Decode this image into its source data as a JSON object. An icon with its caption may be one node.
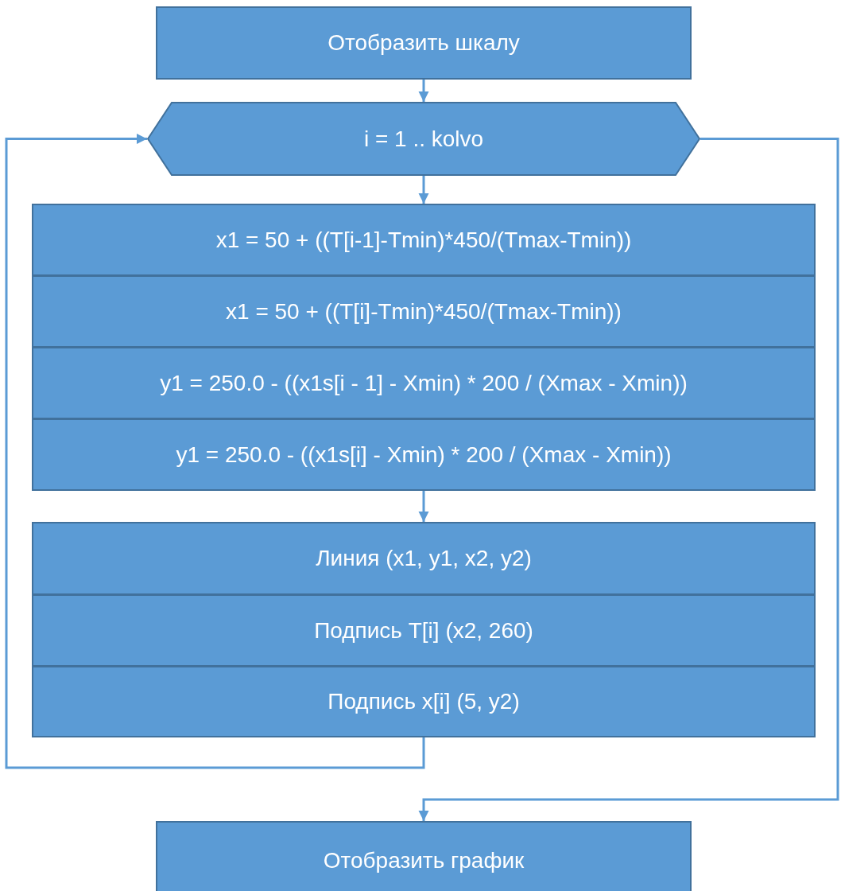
{
  "diagram": {
    "nodes": [
      {
        "text": [
          "Отобразить шкалу"
        ]
      },
      {
        "text": [
          "i = 1 .. kolvo"
        ]
      },
      {
        "text": [
          "x1 = 50 + ((T[i-1]-Tmin)*450/(Tmax-Tmin))"
        ]
      },
      {
        "text": [
          "x1 = 50 + ((T[i]-Tmin)*450/(Tmax-Tmin))"
        ]
      },
      {
        "text": [
          "y1 = 250.0 - ((x1s[i - 1] - Xmin) * 200 / (Xmax - Xmin))"
        ]
      },
      {
        "text": [
          "y1 = 250.0 - ((x1s[i] - Xmin) * 200 / (Xmax - Xmin))"
        ]
      },
      {
        "text": [
          "Линия (x1, y1, x2, y2)"
        ]
      },
      {
        "text": [
          "Подпись T[i] (x2, 260)"
        ]
      },
      {
        "text": [
          "Подпись x[i] (5, y2)"
        ]
      },
      {
        "text": [
          "Отобразить график"
        ]
      }
    ],
    "edges": [
      {
        "from": 0,
        "to": 1,
        "arrow": "to"
      },
      {
        "from": 1,
        "to": 2,
        "arrow": "to"
      },
      {
        "from": 5,
        "to": 6,
        "arrow": "to"
      },
      {
        "from": 8,
        "to": 1,
        "arrow": "to"
      },
      {
        "from": 1,
        "to": 9,
        "arrow": "to"
      }
    ]
  }
}
